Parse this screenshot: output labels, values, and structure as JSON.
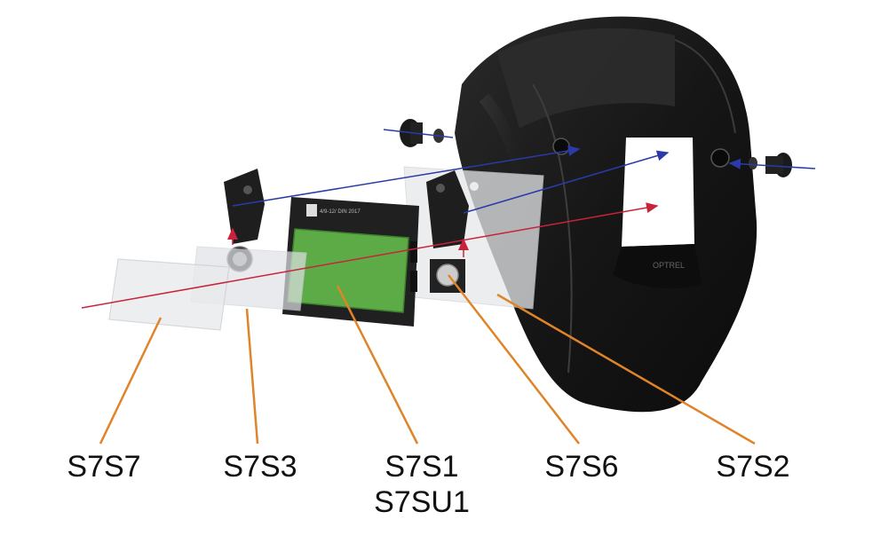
{
  "diagram": {
    "labels": [
      {
        "id": "s7s7",
        "lines": [
          "S7S7"
        ]
      },
      {
        "id": "s7s3",
        "lines": [
          "S7S3"
        ]
      },
      {
        "id": "s7s1",
        "lines": [
          "S7S1",
          "S7SU1"
        ]
      },
      {
        "id": "s7s6",
        "lines": [
          "S7S6"
        ]
      },
      {
        "id": "s7s2",
        "lines": [
          "S7S2"
        ]
      }
    ],
    "colors": {
      "leader": "#e0842a",
      "helmet": "#1c1c1c",
      "helmet_highlight": "#3a3a3a",
      "filter_lens": "#5cab47",
      "cartridge": "#202020",
      "arrow_blue": "#2b3aa8",
      "arrow_red": "#c8233a",
      "clear_lens": "#e6e8ea"
    },
    "helmet_mark": "OPTREL",
    "cartridge_text": "4/9-12/ DIN 2017"
  }
}
